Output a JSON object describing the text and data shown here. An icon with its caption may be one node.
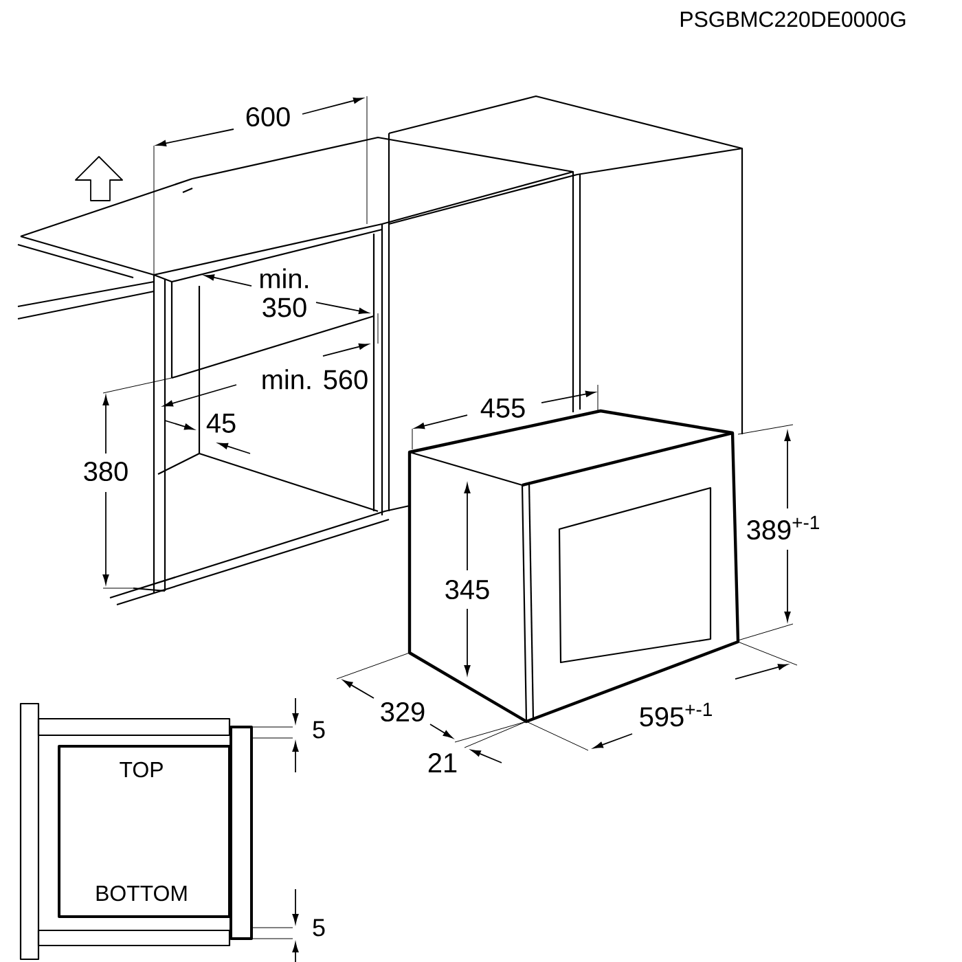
{
  "diagram": {
    "labels": [
      "PSGBMC220DE0000G",
      "600",
      "min. 350",
      "min. 560",
      "45",
      "380",
      "455",
      "345",
      "389$^{+-1}$",
      "329",
      "21",
      "595$^{+-1}$",
      "5",
      "TOP",
      "BOTTOM",
      "5"
    ]
  }
}
